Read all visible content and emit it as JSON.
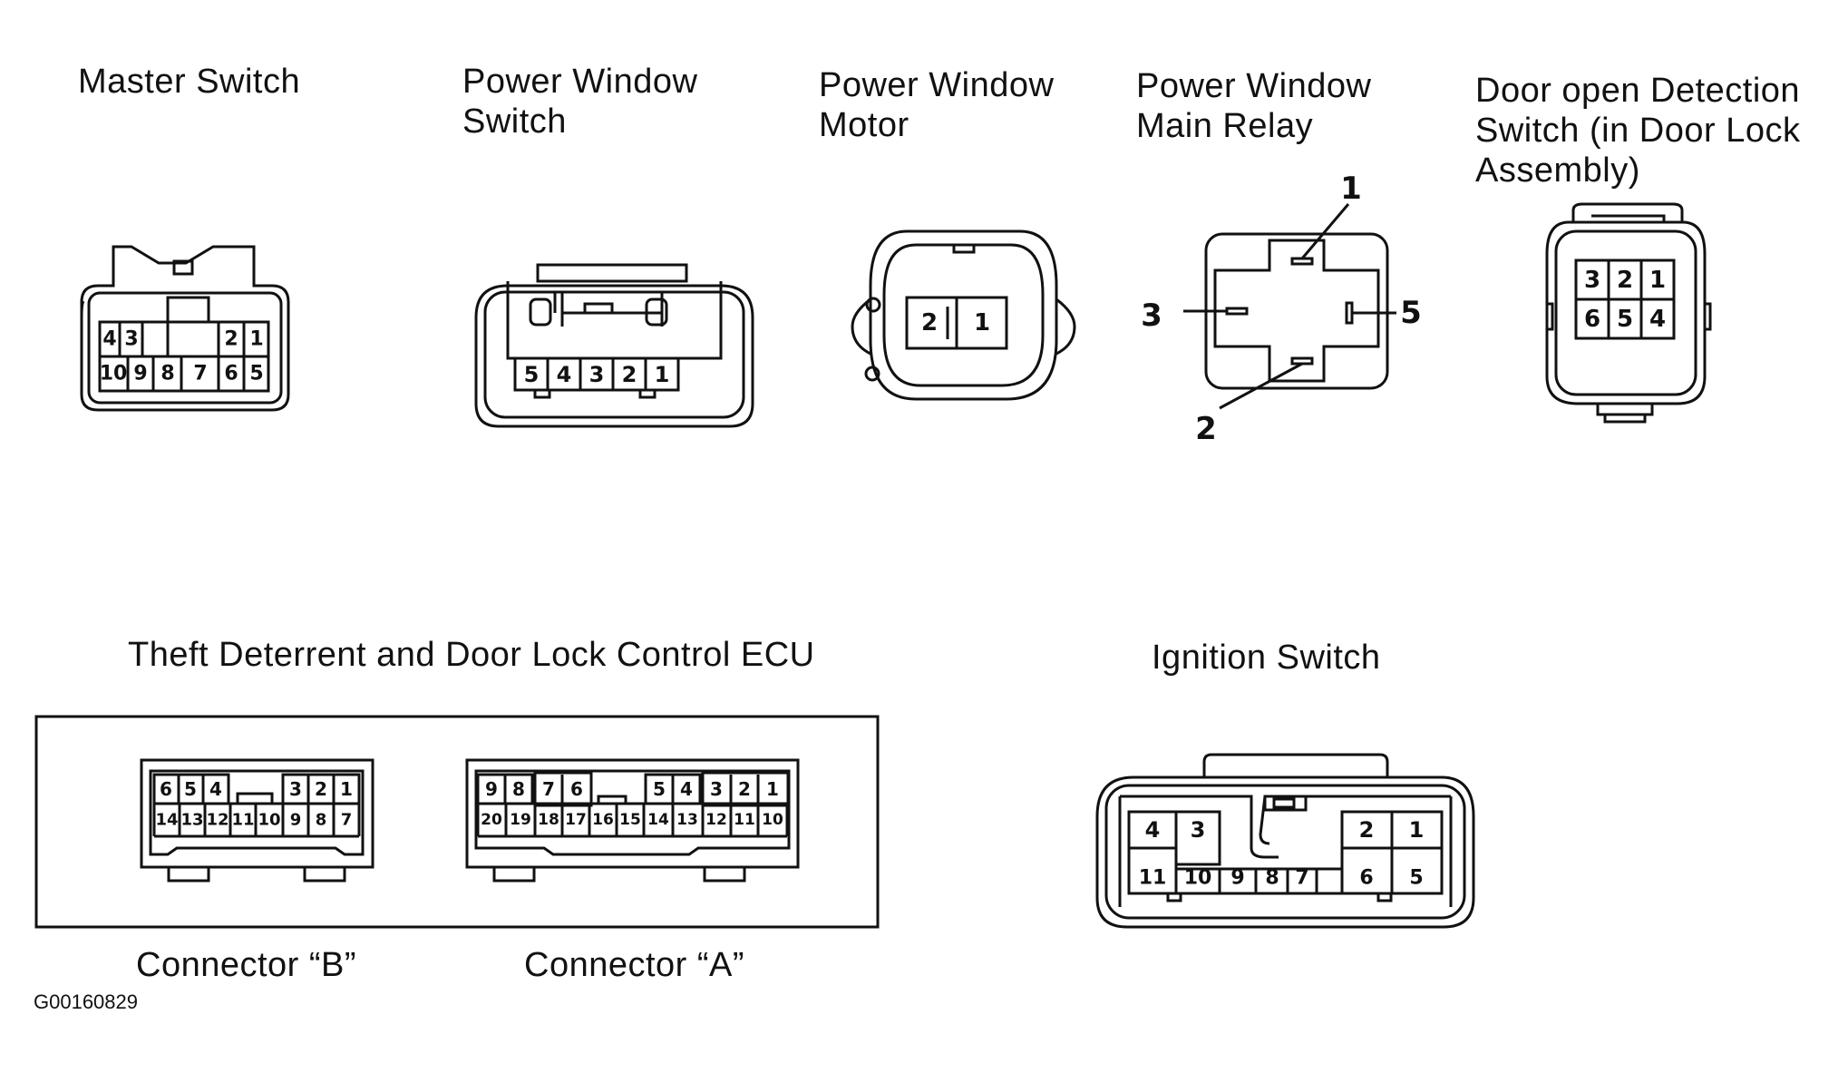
{
  "labels": {
    "master_switch": "Master Switch",
    "power_window_switch": "Power Window\nSwitch",
    "power_window_motor": "Power Window\nMotor",
    "power_window_main_relay": "Power Window\nMain Relay",
    "door_open_detection": "Door open Detection\nSwitch (in Door Lock\nAssembly)",
    "theft_deterrent_ecu": "Theft Deterrent and Door Lock Control ECU",
    "ignition_switch": "Ignition Switch",
    "connector_b": "Connector “B”",
    "connector_a": "Connector “A”",
    "figure_code": "G00160829"
  },
  "master_switch_pins": {
    "top": [
      "4",
      "3",
      "2",
      "1"
    ],
    "bottom": [
      "10",
      "9",
      "8",
      "7",
      "6",
      "5"
    ]
  },
  "power_window_switch_pins": [
    "5",
    "4",
    "3",
    "2",
    "1"
  ],
  "power_window_motor_pins": [
    "2",
    "1"
  ],
  "relay_pins": [
    "1",
    "3",
    "5",
    "2"
  ],
  "door_detection_pins": {
    "top": [
      "3",
      "2",
      "1"
    ],
    "bottom": [
      "6",
      "5",
      "4"
    ]
  },
  "ecu_connector_b_pins": {
    "top": [
      "6",
      "5",
      "4",
      "3",
      "2",
      "1"
    ],
    "bottom": [
      "14",
      "13",
      "12",
      "11",
      "10",
      "9",
      "8",
      "7"
    ]
  },
  "ecu_connector_a_pins": {
    "top": [
      "9",
      "8",
      "7",
      "6",
      "5",
      "4",
      "3",
      "2",
      "1"
    ],
    "bottom": [
      "20",
      "19",
      "18",
      "17",
      "16",
      "15",
      "14",
      "13",
      "12",
      "11",
      "10"
    ]
  },
  "ignition_switch_pins": {
    "upper": [
      "4",
      "3",
      "2",
      "1"
    ],
    "lower": [
      "11",
      "10",
      "9",
      "8",
      "7",
      "6",
      "5"
    ]
  }
}
